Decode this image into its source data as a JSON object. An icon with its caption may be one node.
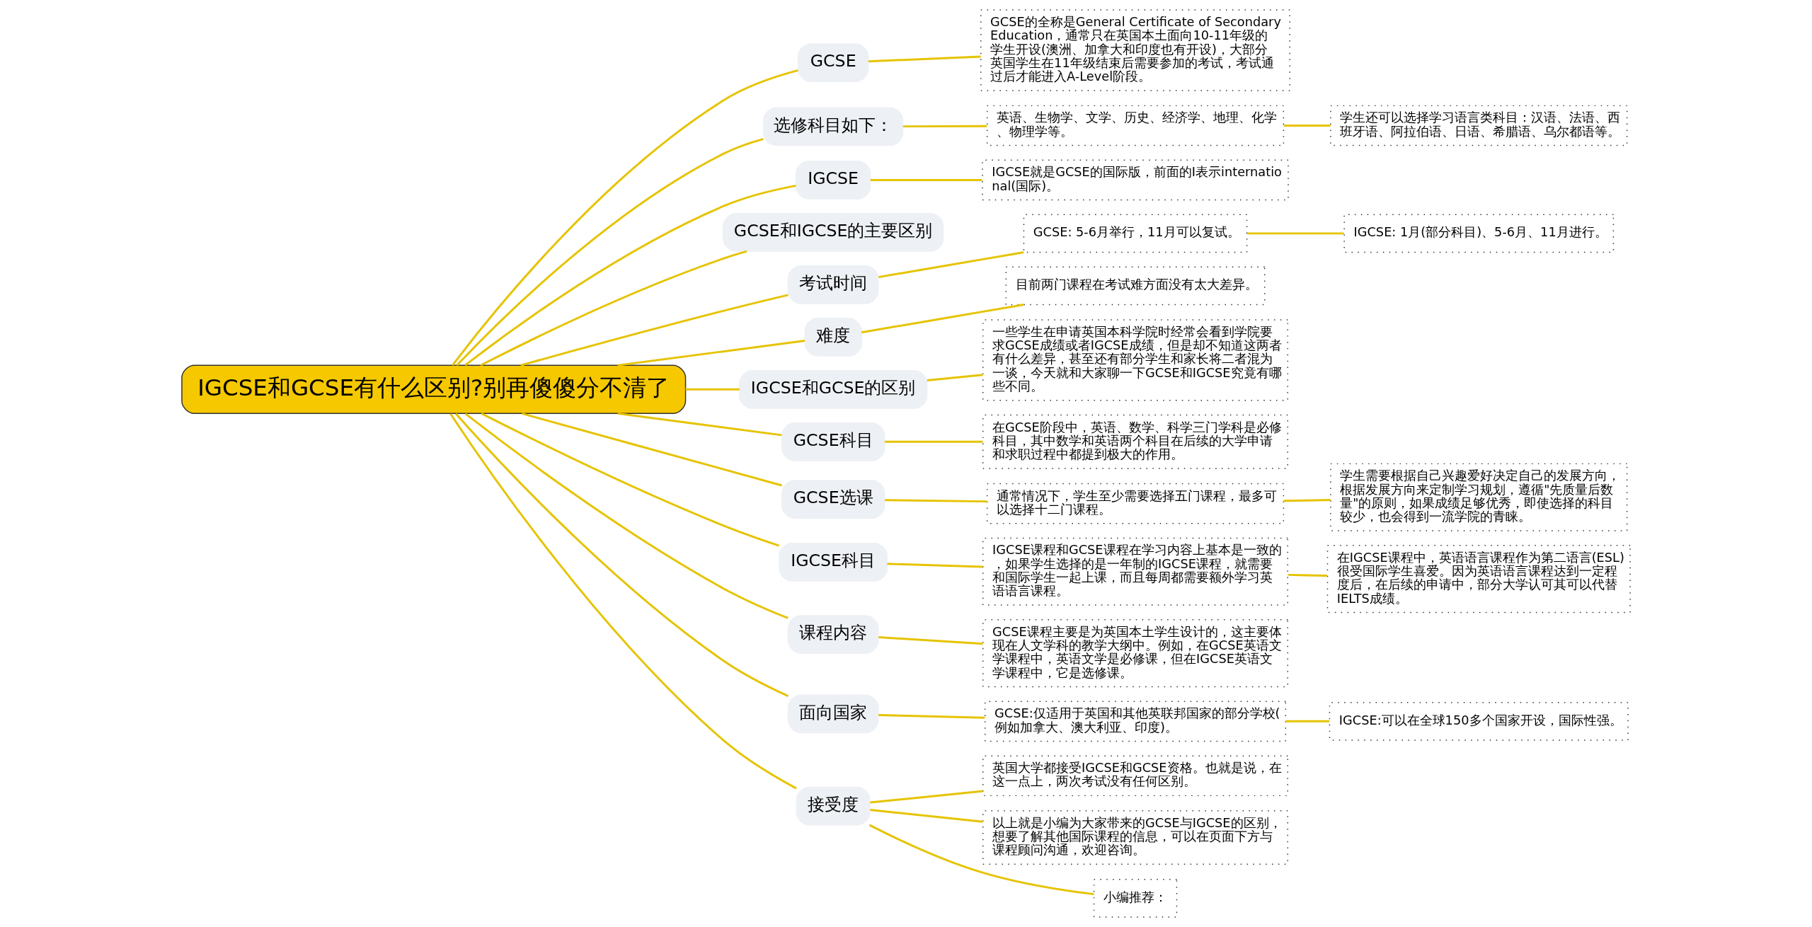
{
  "diagram": {
    "nodes": [
      {
        "text": [
          "IGCSE和GCSE有什么区别?别再傻傻分不清了"
        ]
      },
      {
        "text": [
          "GCSE"
        ]
      },
      {
        "text": [
          "GCSE的全称是General Certificate of Secondary Education，通常只在英国本土面向10-11年级的学生开设(澳洲、加拿大和印度也有开设)，大部分英国学生在11年级结束后需要参加的考试，考试通过后才能进入A-Level阶段。"
        ]
      },
      {
        "text": [
          "选修科目如下："
        ]
      },
      {
        "text": [
          "英语、生物学、文学、历史、经济学、地理、化学、物理学等。"
        ]
      },
      {
        "text": [
          "学生还可以选择学习语言类科目：汉语、法语、西班牙语、阿拉伯语、日语、希腊语、乌尔都语等。"
        ]
      },
      {
        "text": [
          "IGCSE"
        ]
      },
      {
        "text": [
          "IGCSE就是GCSE的国际版，前面的I表示international(国际)。"
        ]
      },
      {
        "text": [
          "GCSE和IGCSE的主要区别"
        ]
      },
      {
        "text": [
          "考试时间"
        ]
      },
      {
        "text": [
          "GCSE: 5-6月举行，11月可以复试。"
        ]
      },
      {
        "text": [
          "IGCSE: 1月(部分科目)、5-6月、11月进行。"
        ]
      },
      {
        "text": [
          "难度"
        ]
      },
      {
        "text": [
          "目前两门课程在考试难方面没有太大差异。"
        ]
      },
      {
        "text": [
          "IGCSE和GCSE的区别"
        ]
      },
      {
        "text": [
          "一些学生在申请英国本科学院时经常会看到学院要求GCSE成绩或者IGCSE成绩，但是却不知道这两者有什么差异，甚至还有部分学生和家长将二者混为一谈，今天就和大家聊一下GCSE和IGCSE究竟有哪些不同。"
        ]
      },
      {
        "text": [
          "GCSE科目"
        ]
      },
      {
        "text": [
          "在GCSE阶段中，英语、数学、科学三门学科是必修科目，其中数学和英语两个科目在后续的大学申请和求职过程中都提到极大的作用。"
        ]
      },
      {
        "text": [
          "GCSE选课"
        ]
      },
      {
        "text": [
          "通常情况下，学生至少需要选择五门课程，最多可以选择十二门课程。"
        ]
      },
      {
        "text": [
          "学生需要根据自己兴趣爱好决定自己的发展方向，根据发展方向来定制学习规划，遵循\"先质量后数量\"的原则，如果成绩足够优秀，即使选择的科目较少，也会得到一流学院的青睐。"
        ]
      },
      {
        "text": [
          "IGCSE科目"
        ]
      },
      {
        "text": [
          "IGCSE课程和GCSE课程在学习内容上基本是一致的，如果学生选择的是一年制的IGCSE课程，就需要和国际学生一起上课，而且每周都需要额外学习英语语言课程。"
        ]
      },
      {
        "text": [
          "在IGCSE课程中，英语语言课程作为第二语言(ESL)很受国际学生喜爱。因为英语语言课程达到一定程度后，在后续的申请中，部分大学认可其可以代替IELTS成绩。"
        ]
      },
      {
        "text": [
          "课程内容"
        ]
      },
      {
        "text": [
          "GCSE课程主要是为英国本土学生设计的，这主要体现在人文学科的教学大纲中。例如，在GCSE英语文学课程中，英语文学是必修课，但在IGCSE英语文学课程中，它是选修课。"
        ]
      },
      {
        "text": [
          "面向国家"
        ]
      },
      {
        "text": [
          "GCSE:仅适用于英国和其他英联邦国家的部分学校(例如加拿大、澳大利亚、印度)。"
        ]
      },
      {
        "text": [
          "IGCSE:可以在全球150多个国家开设，国际性强。"
        ]
      },
      {
        "text": [
          "接受度"
        ]
      },
      {
        "text": [
          "英国大学都接受IGCSE和GCSE资格。也就是说，在这一点上，两次考试没有任何区别。"
        ]
      },
      {
        "text": [
          "以上就是小编为大家带来的GCSE与IGCSE的区别，想要了解其他国际课程的信息，可以在页面下方与课程顾问沟通，欢迎咨询。"
        ]
      },
      {
        "text": [
          "小编推荐："
        ]
      }
    ],
    "edges": [
      {
        "from": 0,
        "to": 1,
        "arrow": "none"
      },
      {
        "from": 1,
        "to": 2,
        "arrow": "none"
      },
      {
        "from": 0,
        "to": 3,
        "arrow": "none"
      },
      {
        "from": 3,
        "to": 4,
        "arrow": "none"
      },
      {
        "from": 4,
        "to": 5,
        "arrow": "none"
      },
      {
        "from": 0,
        "to": 6,
        "arrow": "none"
      },
      {
        "from": 6,
        "to": 7,
        "arrow": "none"
      },
      {
        "from": 0,
        "to": 8,
        "arrow": "none"
      },
      {
        "from": 0,
        "to": 9,
        "arrow": "none"
      },
      {
        "from": 9,
        "to": 10,
        "arrow": "none"
      },
      {
        "from": 10,
        "to": 11,
        "arrow": "none"
      },
      {
        "from": 0,
        "to": 12,
        "arrow": "none"
      },
      {
        "from": 12,
        "to": 13,
        "arrow": "none"
      },
      {
        "from": 0,
        "to": 14,
        "arrow": "none"
      },
      {
        "from": 14,
        "to": 15,
        "arrow": "none"
      },
      {
        "from": 0,
        "to": 16,
        "arrow": "none"
      },
      {
        "from": 16,
        "to": 17,
        "arrow": "none"
      },
      {
        "from": 0,
        "to": 18,
        "arrow": "none"
      },
      {
        "from": 18,
        "to": 19,
        "arrow": "none"
      },
      {
        "from": 19,
        "to": 20,
        "arrow": "none"
      },
      {
        "from": 0,
        "to": 21,
        "arrow": "none"
      },
      {
        "from": 21,
        "to": 22,
        "arrow": "none"
      },
      {
        "from": 22,
        "to": 23,
        "arrow": "none"
      },
      {
        "from": 0,
        "to": 24,
        "arrow": "none"
      },
      {
        "from": 24,
        "to": 25,
        "arrow": "none"
      },
      {
        "from": 0,
        "to": 26,
        "arrow": "none"
      },
      {
        "from": 26,
        "to": 27,
        "arrow": "none"
      },
      {
        "from": 27,
        "to": 28,
        "arrow": "none"
      },
      {
        "from": 0,
        "to": 29,
        "arrow": "none"
      },
      {
        "from": 29,
        "to": 30,
        "arrow": "none"
      },
      {
        "from": 29,
        "to": 31,
        "arrow": "none"
      },
      {
        "from": 29,
        "to": 32,
        "arrow": "none"
      }
    ]
  }
}
